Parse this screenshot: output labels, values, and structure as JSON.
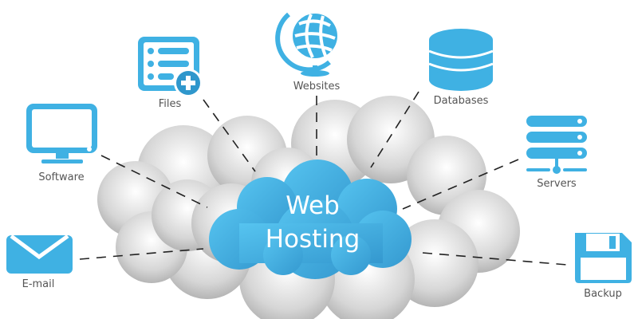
{
  "center": {
    "line1": "Web",
    "line2": "Hosting"
  },
  "nodes": [
    {
      "id": "files",
      "label": "Files",
      "icon": "file-list-add-icon"
    },
    {
      "id": "websites",
      "label": "Websites",
      "icon": "globe-icon"
    },
    {
      "id": "databases",
      "label": "Databases",
      "icon": "database-icon"
    },
    {
      "id": "software",
      "label": "Software",
      "icon": "monitor-icon"
    },
    {
      "id": "servers",
      "label": "Servers",
      "icon": "server-icon"
    },
    {
      "id": "email",
      "label": "E-mail",
      "icon": "envelope-icon"
    },
    {
      "id": "backup",
      "label": "Backup",
      "icon": "floppy-disk-icon"
    }
  ],
  "colors": {
    "accent": "#3fb1e3",
    "accent_dark": "#2f97cc",
    "cloud": "#d9d9d9",
    "label": "#555555",
    "connector": "#222222"
  }
}
